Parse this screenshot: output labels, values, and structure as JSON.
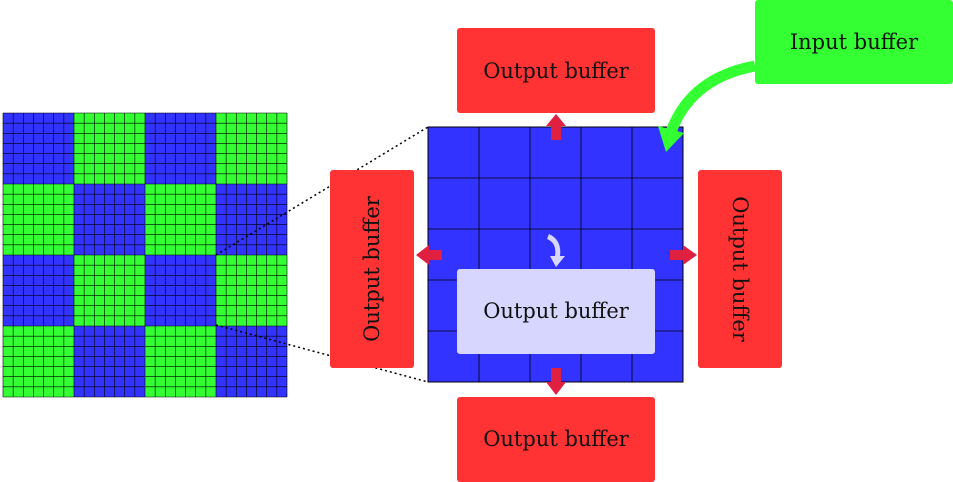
{
  "checkerboard": {
    "rows": 4,
    "cols": 4,
    "cells_per_tile": 7,
    "start_color": "green-first-on-odd",
    "colors": {
      "blue": "#3333ff",
      "green": "#33ff33",
      "grid_line": "#000000"
    }
  },
  "zoom_tile": {
    "grid_divisions": 5,
    "color": "#3333ff",
    "connector_style": "dotted"
  },
  "buffers": {
    "input": {
      "label": "Input buffer",
      "color": "#33ff33"
    },
    "output_top": {
      "label": "Output buffer",
      "color": "#ff3333"
    },
    "output_bottom": {
      "label": "Output buffer",
      "color": "#ff3333"
    },
    "output_left": {
      "label": "Output buffer",
      "color": "#ff3333"
    },
    "output_right": {
      "label": "Output buffer",
      "color": "#ff3333"
    },
    "output_center": {
      "label": "Output buffer",
      "color": "#d6d6ff"
    }
  },
  "arrows": {
    "exchange_color": "#e02040",
    "input_arrow_color": "#33ff33",
    "local_arrow_color": "#d6d6ff"
  }
}
